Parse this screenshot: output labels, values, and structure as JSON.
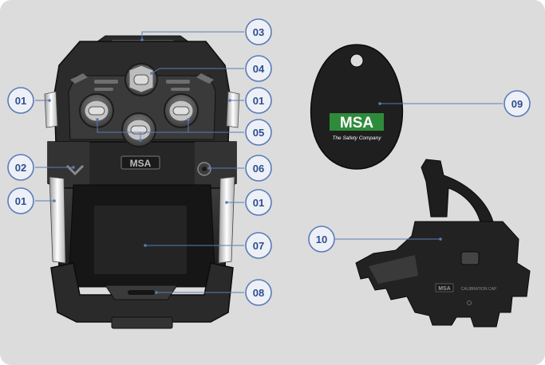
{
  "callouts": [
    {
      "id": "c01a",
      "label": "01"
    },
    {
      "id": "c01b",
      "label": "01"
    },
    {
      "id": "c01c",
      "label": "01"
    },
    {
      "id": "c01d",
      "label": "01"
    },
    {
      "id": "c02",
      "label": "02"
    },
    {
      "id": "c03",
      "label": "03"
    },
    {
      "id": "c04",
      "label": "04"
    },
    {
      "id": "c05",
      "label": "05"
    },
    {
      "id": "c06",
      "label": "06"
    },
    {
      "id": "c07",
      "label": "07"
    },
    {
      "id": "c08",
      "label": "08"
    },
    {
      "id": "c09",
      "label": "09"
    },
    {
      "id": "c10",
      "label": "10"
    }
  ],
  "device": {
    "logo_text": "MSA"
  },
  "tag": {
    "logo_text": "MSA",
    "tagline": "The Safety Company",
    "logo_color": "#2e8b3a"
  },
  "clip": {
    "logo_text": "MSA",
    "caption": "CALIBRATION CAP"
  }
}
